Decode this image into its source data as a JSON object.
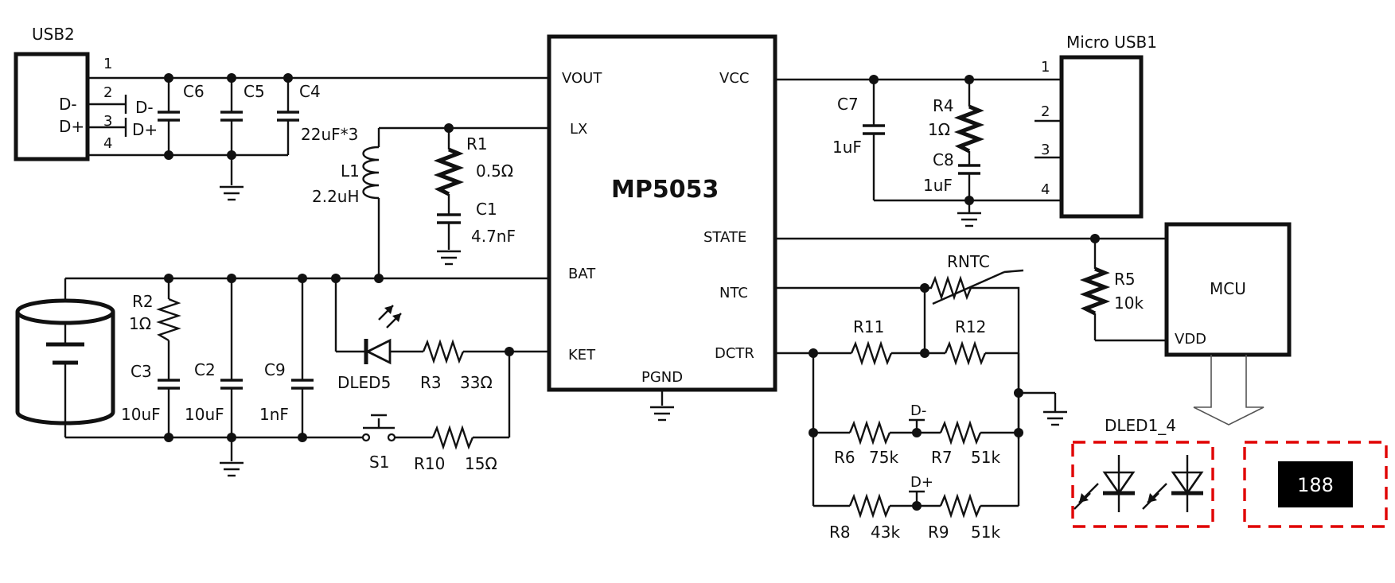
{
  "labels": {
    "usb2": "USB2",
    "usb2_dm": "D-",
    "usb2_dp": "D+",
    "usb2_p1": "1",
    "usb2_p2": "2",
    "usb2_p3": "3",
    "usb2_p4": "4",
    "net_dm": "D-",
    "net_dp": "D+",
    "c6": "C6",
    "c5": "C5",
    "c4": "C4",
    "c4_val": "22uF*3",
    "l1": "L1",
    "l1_val": "2.2uH",
    "r1": "R1",
    "r1_val": "0.5Ω",
    "c1": "C1",
    "c1_val": "4.7nF",
    "r2": "R2",
    "r2_val": "1Ω",
    "c3": "C3",
    "c3_val": "10uF",
    "c2": "C2",
    "c2_val": "10uF",
    "c9": "C9",
    "c9_val": "1nF",
    "dled5": "DLED5",
    "r3": "R3",
    "r3_val": "33Ω",
    "s1": "S1",
    "r10": "R10",
    "r10_val": "15Ω",
    "ic": "MP5053",
    "ic_vout": "VOUT",
    "ic_lx": "LX",
    "ic_bat": "BAT",
    "ic_ket": "KET",
    "ic_vcc": "VCC",
    "ic_state": "STATE",
    "ic_ntc": "NTC",
    "ic_dctr": "DCTR",
    "ic_pgnd": "PGND",
    "c7": "C7",
    "c7_val": "1uF",
    "r4": "R4",
    "r4_val": "1Ω",
    "c8": "C8",
    "c8_val": "1uF",
    "musb": "Micro USB1",
    "musb_p1": "1",
    "musb_p2": "2",
    "musb_p3": "3",
    "musb_p4": "4",
    "r5": "R5",
    "r5_val": "10k",
    "mcu": "MCU",
    "mcu_vdd": "VDD",
    "rntc": "RNTC",
    "r11": "R11",
    "r12": "R12",
    "r6": "R6",
    "r6_val": "75k",
    "r7": "R7",
    "r7_val": "51k",
    "r8": "R8",
    "r8_val": "43k",
    "r9": "R9",
    "r9_val": "51k",
    "dm_tap": "D-",
    "dp_tap": "D+",
    "dled14": "DLED1_4",
    "display": "188"
  },
  "colors": {
    "ink": "#111111",
    "dashed_box": "#e00000",
    "display_bg": "#000000",
    "display_text": "#ffffff"
  },
  "icons": [
    "battery-icon",
    "ground-icon",
    "led-icon",
    "arrow-icon",
    "switch-icon"
  ]
}
